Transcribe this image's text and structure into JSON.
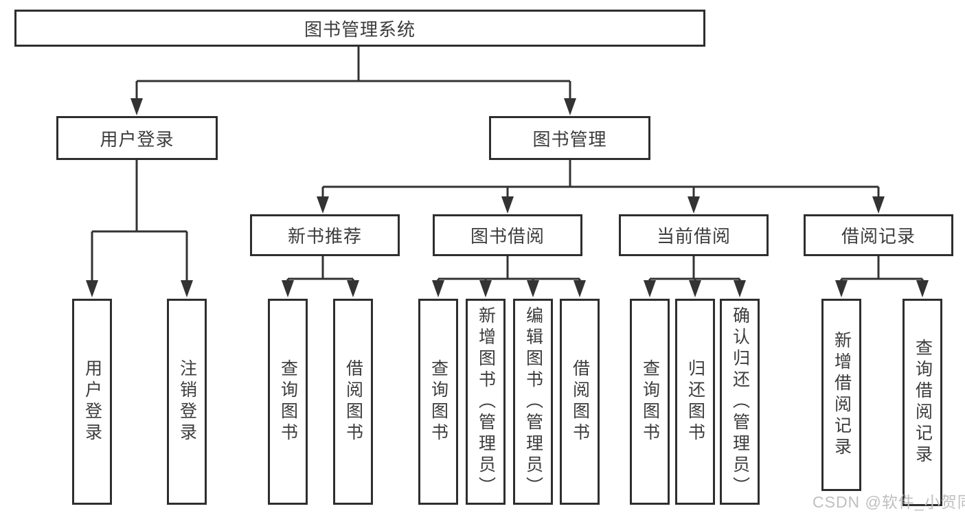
{
  "tree": {
    "root": "图书管理系统",
    "branches": [
      {
        "label": "用户登录",
        "children": [
          "用户登录",
          "注销登录"
        ]
      },
      {
        "label": "图书管理",
        "groups": [
          {
            "label": "新书推荐",
            "children": [
              "查询图书",
              "借阅图书"
            ]
          },
          {
            "label": "图书借阅",
            "children": [
              "查询图书",
              "新增图书（管理员）",
              "编辑图书（管理员）",
              "借阅图书"
            ]
          },
          {
            "label": "当前借阅",
            "children": [
              "查询图书",
              "归还图书",
              "确认归还（管理员）"
            ]
          },
          {
            "label": "借阅记录",
            "children": [
              "新增借阅记录",
              "查询借阅记录"
            ]
          }
        ]
      }
    ]
  },
  "watermark": {
    "text": "CSDN @软件_小贺同学"
  },
  "colors": {
    "line": "#333333",
    "box_border": "#2e2e2e",
    "text": "#3c3c3c",
    "watermark": "#bfbfbf",
    "background": "#ffffff"
  }
}
